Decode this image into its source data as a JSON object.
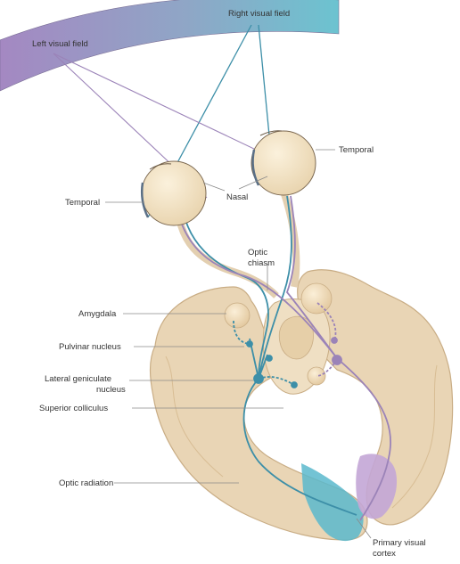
{
  "labels": {
    "right_visual_field": "Right visual field",
    "left_visual_field": "Left visual field",
    "temporal_right": "Temporal",
    "temporal_left": "Temporal",
    "nasal": "Nasal",
    "optic_chiasm_line1": "Optic",
    "optic_chiasm_line2": "chiasm",
    "amygdala": "Amygdala",
    "pulvinar_nucleus": "Pulvinar nucleus",
    "lgn_line1": "Lateral geniculate",
    "lgn_line2": "nucleus",
    "superior_colliculus": "Superior colliculus",
    "optic_radiation": "Optic radiation",
    "pvc_line1": "Primary visual",
    "pvc_line2": "cortex"
  },
  "colors": {
    "right_field_pathway": "#3d8fa8",
    "left_field_pathway": "#9b83b8",
    "brain_tissue": "#e9d5b5",
    "brain_outline": "#c9ad85",
    "visual_field_band_left": "#a488c2",
    "visual_field_band_right": "#6cc3d0",
    "eye": "#f3e4c6",
    "v1_right_hemisphere": "#5bb8cc",
    "v1_left_hemisphere": "#c3a6d6"
  }
}
